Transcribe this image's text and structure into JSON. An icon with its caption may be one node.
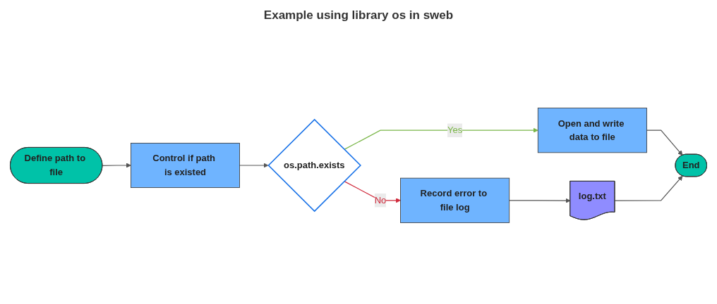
{
  "diagram": {
    "title": "Example using library os in sweb",
    "nodes": [
      {
        "text": [
          "Define path to file"
        ]
      },
      {
        "text": [
          "Control if path is existed"
        ]
      },
      {
        "text": [
          "os.path.exists"
        ]
      },
      {
        "text": [
          "Record error to file log"
        ]
      },
      {
        "text": [
          "log.txt"
        ]
      },
      {
        "text": [
          "Open and write data to file"
        ]
      },
      {
        "text": [
          "End"
        ]
      }
    ],
    "edges": [
      {
        "from": 0,
        "to": 1,
        "arrow": "to"
      },
      {
        "from": 1,
        "to": 2,
        "arrow": "to"
      },
      {
        "from": 2,
        "to": 3,
        "arrow": "to",
        "label": "No",
        "color": "#d0293b"
      },
      {
        "from": 3,
        "to": 4,
        "arrow": "to"
      },
      {
        "from": 2,
        "to": 5,
        "arrow": "to",
        "label": "Yes",
        "color": "#7ab648"
      },
      {
        "from": 5,
        "to": 6,
        "arrow": "to"
      },
      {
        "from": 4,
        "to": 6,
        "arrow": "to"
      }
    ]
  }
}
